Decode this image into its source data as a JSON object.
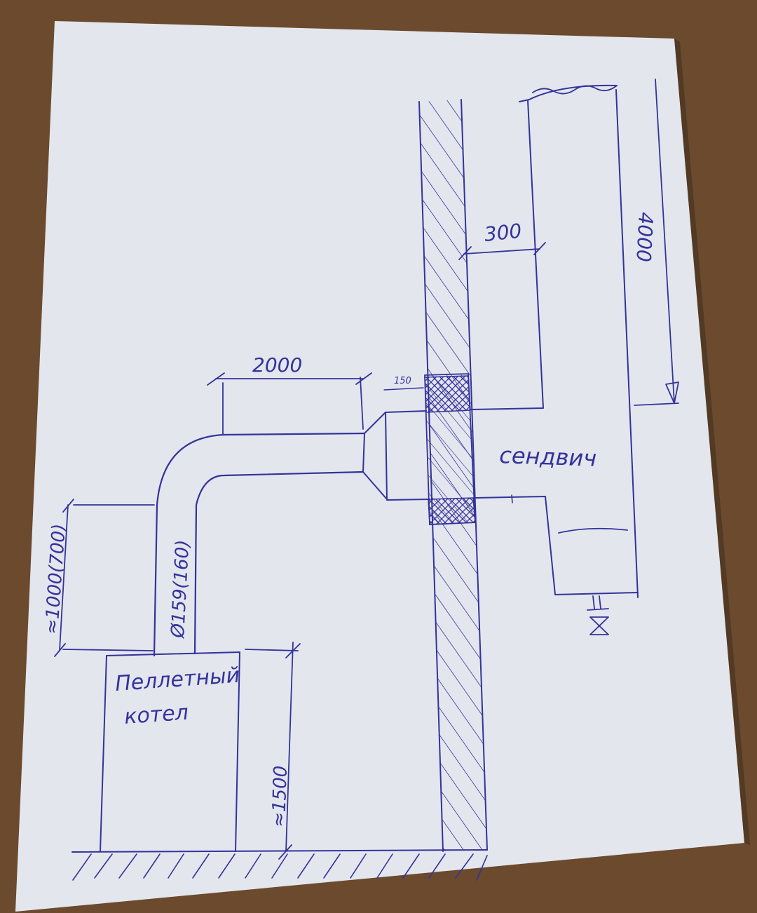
{
  "colors": {
    "table": "#6b4a2e",
    "paper": "#e6e8ef",
    "ink": "#34339a"
  },
  "labels": {
    "boiler_line1": "Пеллетный",
    "boiler_line2": "котел",
    "sandwich": "сендвич",
    "pipe_diameter": "Ø159(160)",
    "dim_horizontal": "2000",
    "dim_wall_offset": "300",
    "dim_chimney_height": "4000",
    "dim_vertical_pipe": "≈1000(700)",
    "dim_boiler_height": "≈1500",
    "dim_sleeve": "150"
  }
}
